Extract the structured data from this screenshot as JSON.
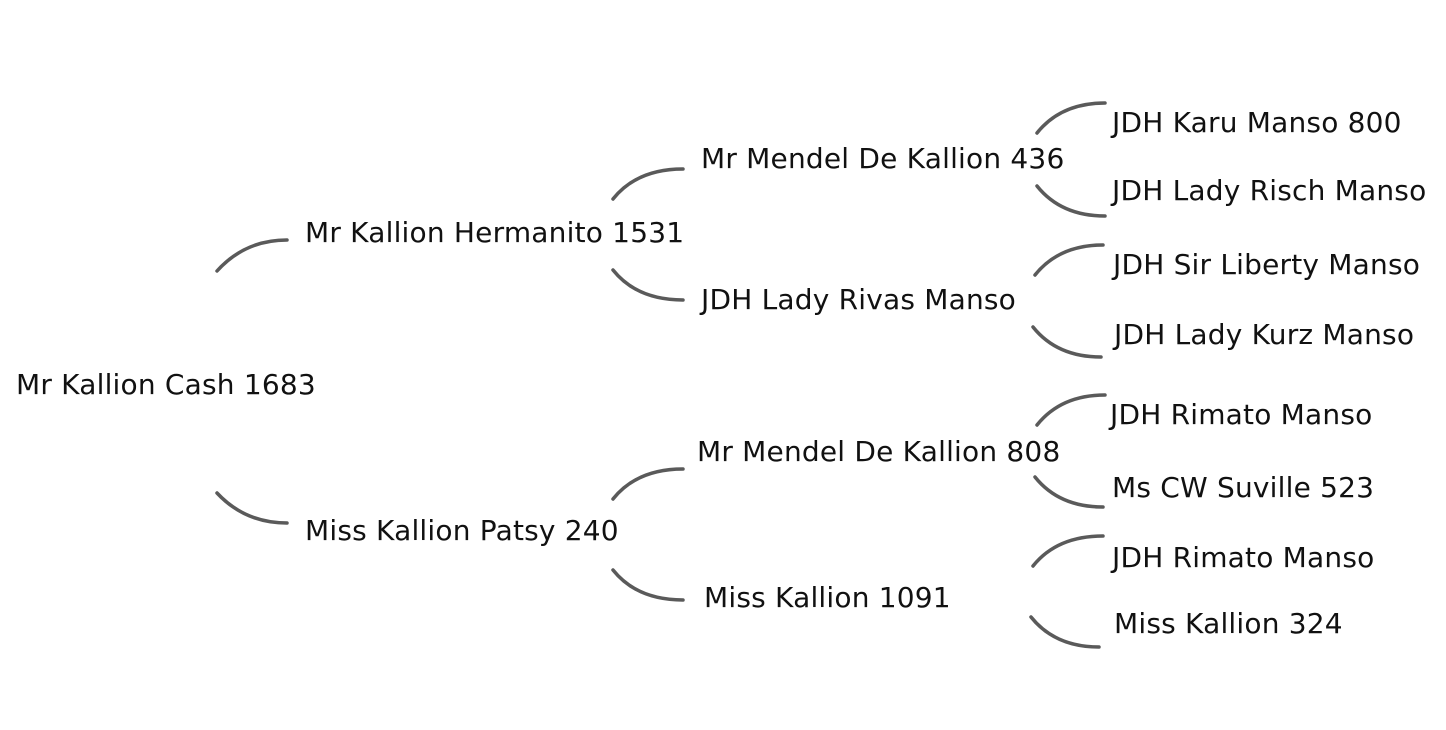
{
  "pedigree": {
    "root": "Mr Kallion Cash 1683",
    "sire": "Mr Kallion Hermanito 1531",
    "dam": "Miss Kallion Patsy 240",
    "sire_sire": "Mr Mendel De Kallion 436",
    "sire_dam": "JDH Lady Rivas Manso",
    "dam_sire": "Mr Mendel De Kallion 808",
    "dam_dam": "Miss Kallion 1091",
    "sire_sire_sire": "JDH Karu Manso 800",
    "sire_sire_dam": "JDH Lady Risch Manso",
    "sire_dam_sire": "JDH Sir Liberty Manso",
    "sire_dam_dam": "JDH Lady Kurz Manso",
    "dam_sire_sire": "JDH Rimato Manso",
    "dam_sire_dam": "Ms CW Suville 523",
    "dam_dam_sire": "JDH Rimato Manso",
    "dam_dam_dam": "Miss Kallion 324"
  }
}
